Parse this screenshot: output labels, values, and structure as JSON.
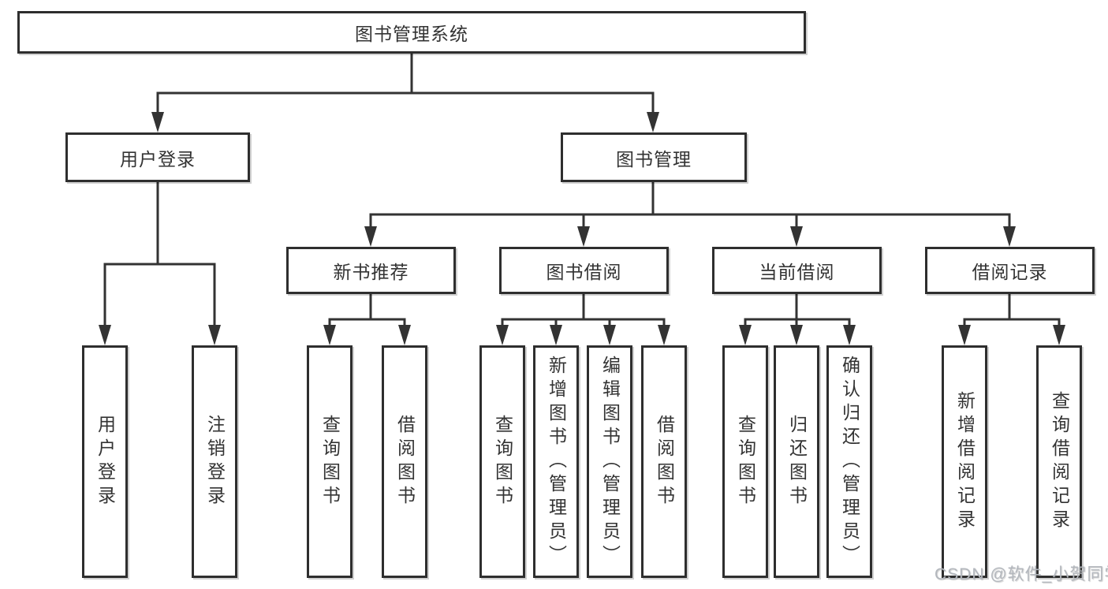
{
  "tree": {
    "label": "图书管理系统",
    "children": [
      {
        "label": "用户登录",
        "children": [
          {
            "label": "用户登录"
          },
          {
            "label": "注销登录"
          }
        ]
      },
      {
        "label": "图书管理",
        "children": [
          {
            "label": "新书推荐",
            "children": [
              {
                "label": "查询图书"
              },
              {
                "label": "借阅图书"
              }
            ]
          },
          {
            "label": "图书借阅",
            "children": [
              {
                "label": "查询图书"
              },
              {
                "label": "新增图书（管理员）"
              },
              {
                "label": "编辑图书（管理员）"
              },
              {
                "label": "借阅图书"
              }
            ]
          },
          {
            "label": "当前借阅",
            "children": [
              {
                "label": "查询图书"
              },
              {
                "label": "归还图书"
              },
              {
                "label": "确认归还（管理员）"
              }
            ]
          },
          {
            "label": "借阅记录",
            "children": [
              {
                "label": "新增借阅记录"
              },
              {
                "label": "查询借阅记录"
              }
            ]
          }
        ]
      }
    ]
  },
  "watermark": {
    "text": "CSDN @软件_小贺同学",
    "color": "#b3b7bd"
  },
  "colors": {
    "line": "#333333",
    "box_border": "#2e2e2e",
    "text": "#333333",
    "background": "#ffffff"
  }
}
